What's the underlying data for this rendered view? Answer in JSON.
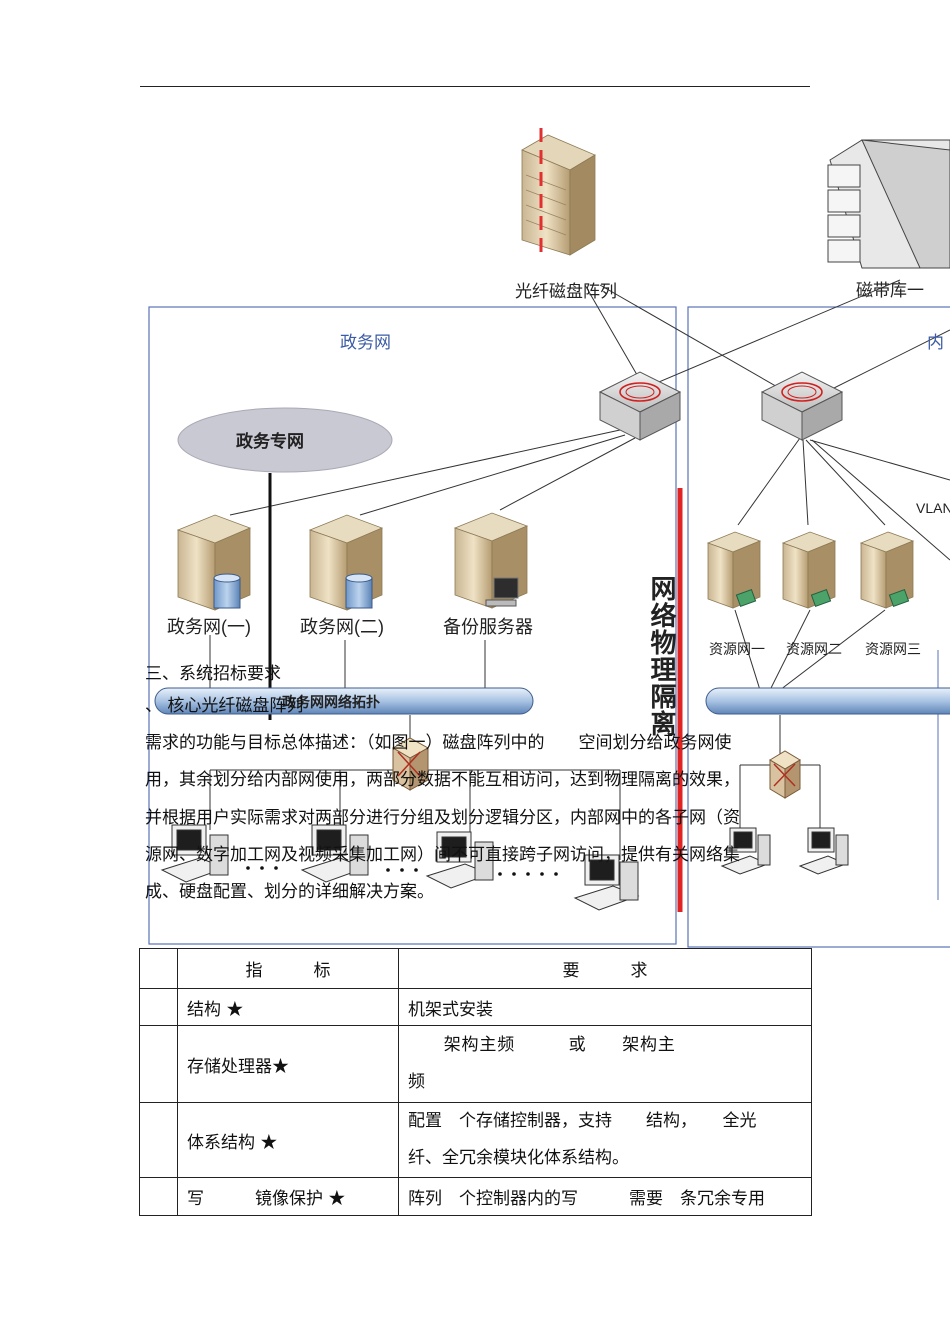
{
  "diagram": {
    "fiber_array_label": "光纤磁盘阵列",
    "tape_library_label": "磁带库一",
    "gov_net_title": "政务网",
    "inner_net_title": "内",
    "gov_private_net": "政务专网",
    "server1": "政务网(一)",
    "server2": "政务网(二)",
    "server3": "备份服务器",
    "resource1": "资源网一",
    "resource2": "资源网二",
    "resource3": "资源网三",
    "vlan_label": "VLAN",
    "topology_bar": "政务网网络拓扑",
    "isolation_label": "网络物理隔离"
  },
  "section": {
    "heading": "三、系统招标要求",
    "subheading": "、 核心光纤磁盘阵列",
    "para_lines": [
      "需求的功能与目标总体描述：（如图一）磁盘阵列中的　　空间划分给政务网使",
      "用，其余划分给内部网使用，两部分数据不能互相访问，达到物理隔离的效果，",
      "并根据用户实际需求对两部分进行分组及划分逻辑分区，内部网中的各子网（资",
      "源网、数字加工网及视频采集加工网）间不可直接跨子网访问，提供有关网络集",
      "成、硬盘配置、划分的详细解决方案。"
    ]
  },
  "table": {
    "header": {
      "col1": "指　　　标",
      "col2": "要　　　求"
    },
    "rows": [
      {
        "name": "结构 ★",
        "req_lines": [
          "机架式安装"
        ]
      },
      {
        "name": "存储处理器★",
        "req_lines": [
          "　　架构主频　　　或　　架构主",
          "频"
        ]
      },
      {
        "name": "体系结构 ★",
        "req_lines": [
          "配置　个存储控制器，支持　　结构，　　全光",
          "纤、全冗余模块化体系结构。"
        ]
      },
      {
        "name": "写　　　镜像保护 ★",
        "req_lines": [
          "阵列　个控制器内的写　　　需要　条冗余专用"
        ]
      }
    ]
  }
}
